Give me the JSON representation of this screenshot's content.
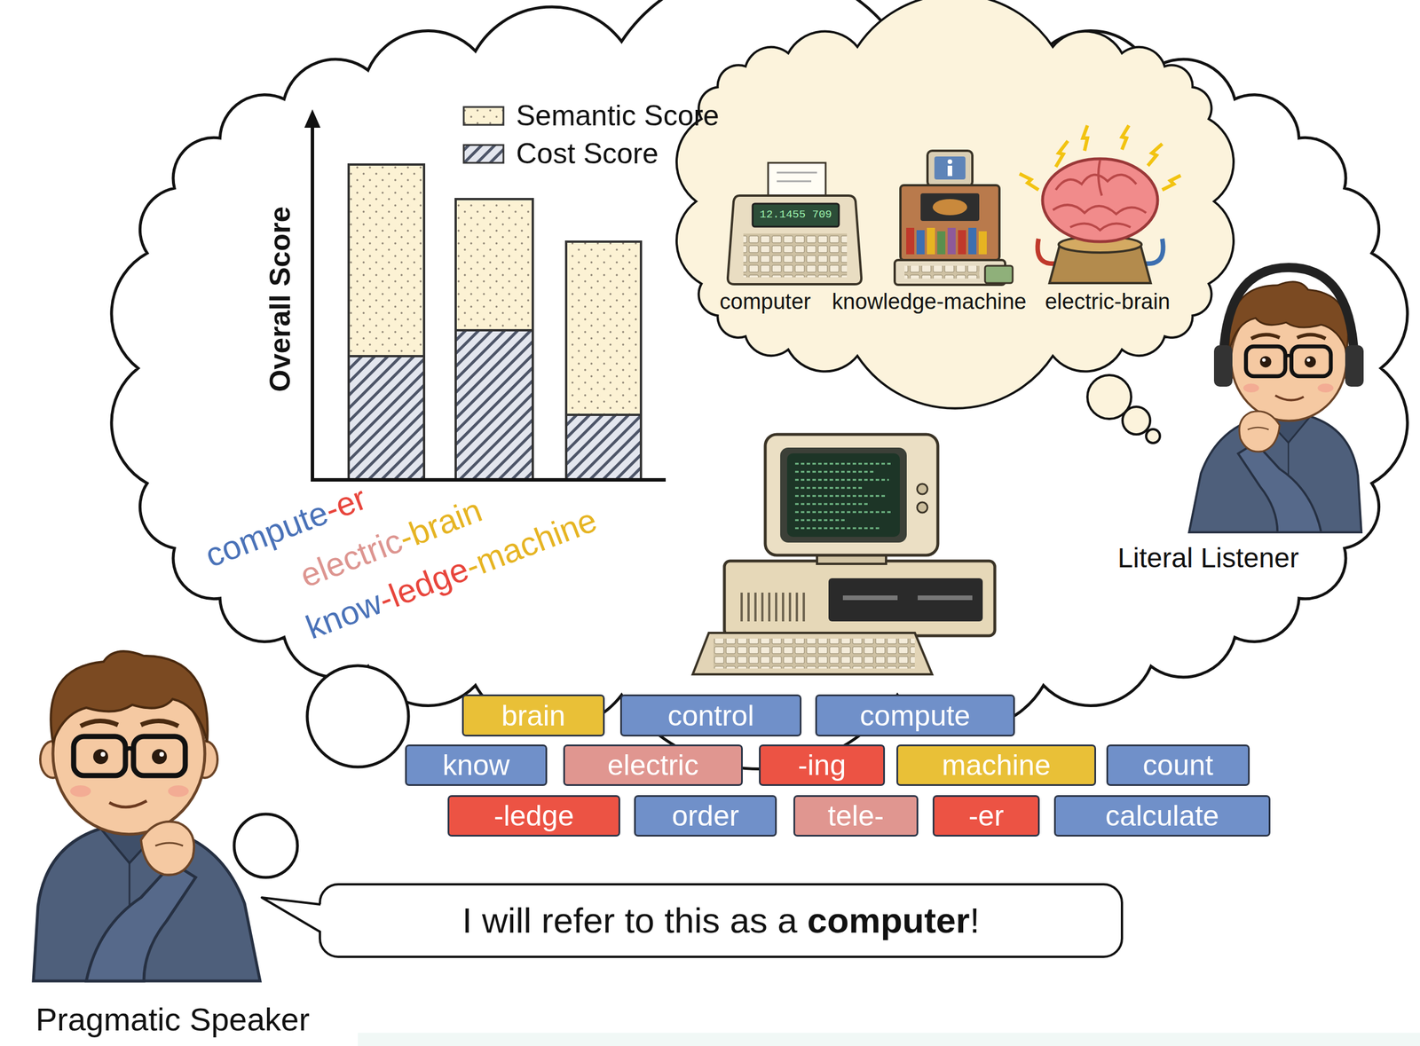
{
  "diagram": {
    "nodes": [
      {
        "text": [
          "brain"
        ]
      },
      {
        "text": [
          "control"
        ]
      },
      {
        "text": [
          "compute"
        ]
      },
      {
        "text": [
          "know"
        ]
      },
      {
        "text": [
          "electric"
        ]
      },
      {
        "text": [
          "-ing"
        ]
      },
      {
        "text": [
          "machine"
        ]
      },
      {
        "text": [
          "count"
        ]
      },
      {
        "text": [
          "-ledge"
        ]
      },
      {
        "text": [
          "order"
        ]
      },
      {
        "text": [
          "tele-"
        ]
      },
      {
        "text": [
          "-er"
        ]
      },
      {
        "text": [
          "calculate"
        ]
      },
      {
        "text": [
          "I will refer to this as a",
          "computer",
          "!"
        ]
      }
    ],
    "labels": [
      "Overall Score",
      "compute",
      "-er",
      "electric",
      "-brain",
      "know",
      "-ledge",
      "-machine",
      "12.1455 709",
      "computer",
      "knowledge-machine",
      "electric-brain",
      "Literal Listener",
      "Pragmatic Speaker"
    ],
    "legend": [
      {
        "text": "Semantic Score"
      },
      {
        "text": "Cost Score"
      }
    ]
  }
}
